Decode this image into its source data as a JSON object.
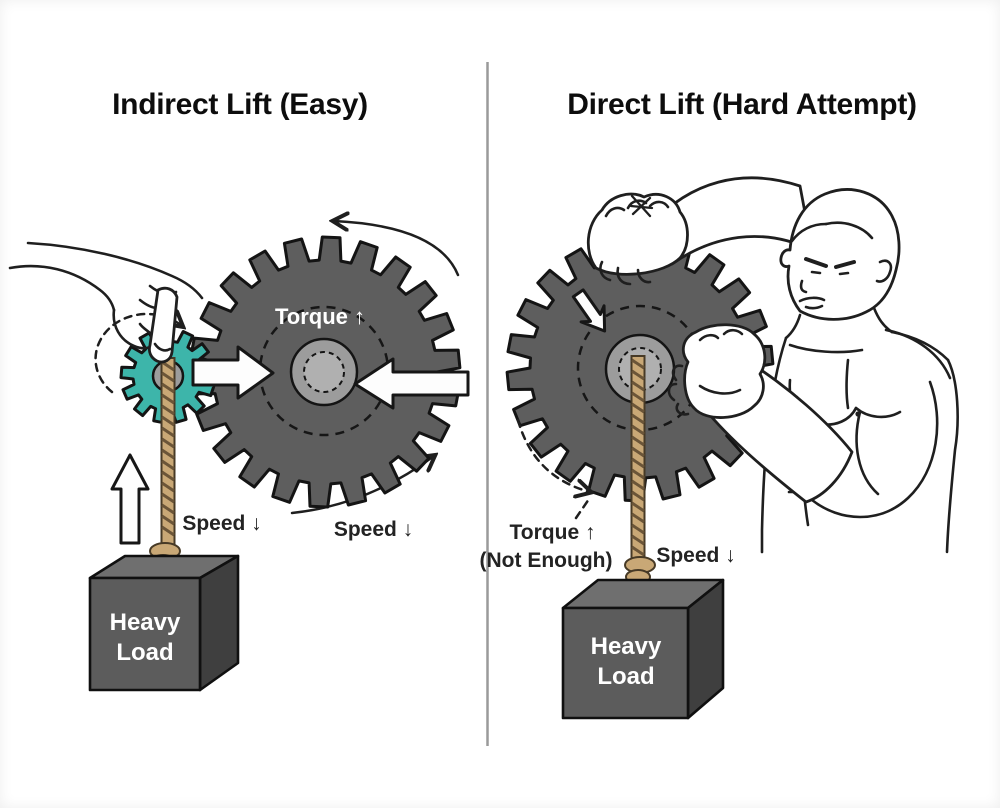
{
  "diagram": {
    "left_panel": {
      "title": "Indirect Lift (Easy)",
      "gear_torque_label": "Torque ↑",
      "speed_label_rope": "Speed ↓",
      "speed_label_gear": "Speed ↓",
      "load_label_line1": "Heavy",
      "load_label_line2": "Load"
    },
    "right_panel": {
      "title": "Direct Lift (Hard Attempt)",
      "torque_label_line1": "Torque ↑",
      "torque_label_line2": "(Not Enough)",
      "speed_label": "Speed ↓",
      "load_label_line1": "Heavy",
      "load_label_line2": "Load"
    },
    "icons": {
      "hand_turning_gear": "hand-icon",
      "man_straining": "man-icon",
      "up_block_arrow": "⇧",
      "torque_in_arrows": "⇨ ⇦",
      "rotation_arrows": "↻"
    },
    "colors": {
      "gear_dark": "#5e5e5e",
      "gear_teal": "#3db5aa",
      "hub_gray": "#9c9c9c",
      "hub_inner_gray": "#b0b0b0",
      "rope_tan": "#c9a876",
      "rope_strand": "#6b5538",
      "cube_front": "#5c5c5c",
      "cube_top": "#6f6f6f",
      "cube_side": "#3f3f3f",
      "outline": "#1a1a1a",
      "divider_gray": "#9a9a9a"
    }
  }
}
